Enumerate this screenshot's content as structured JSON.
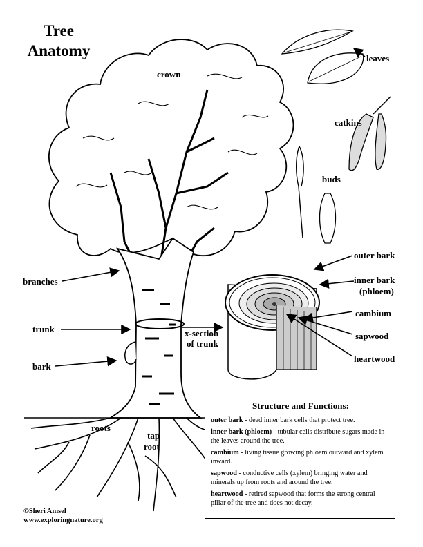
{
  "title": {
    "line1": "Tree",
    "line2": "Anatomy"
  },
  "labels": {
    "crown": "crown",
    "leaves": "leaves",
    "catkins": "catkins",
    "buds": "buds",
    "outer_bark": "outer bark",
    "inner_bark_1": "inner bark",
    "inner_bark_2": "(phloem)",
    "cambium": "cambium",
    "sapwood": "sapwood",
    "heartwood": "heartwood",
    "branches": "branches",
    "trunk": "trunk",
    "xsection_1": "x-section",
    "xsection_2": "of trunk",
    "bark": "bark",
    "roots": "roots",
    "tap_1": "tap",
    "tap_2": "root"
  },
  "structure_box": {
    "heading": "Structure and Functions:",
    "items": [
      {
        "term": "outer bark",
        "desc": " - dead inner bark cells that protect tree."
      },
      {
        "term": "inner bark (phloem)",
        "desc": " - tubular cells distribute sugars made in the leaves around the tree."
      },
      {
        "term": "cambium",
        "desc": " - living tissue growing phloem outward and xylem inward."
      },
      {
        "term": "sapwood",
        "desc": " - conductive cells (xylem) bringing water and minerals up from roots and around the tree."
      },
      {
        "term": "heartwood",
        "desc": " - retired sapwood that forms the strong central pillar of the tree and does not decay."
      }
    ]
  },
  "credit": {
    "line1": "©Sheri Amsel",
    "line2": "www.exploringnature.org"
  }
}
